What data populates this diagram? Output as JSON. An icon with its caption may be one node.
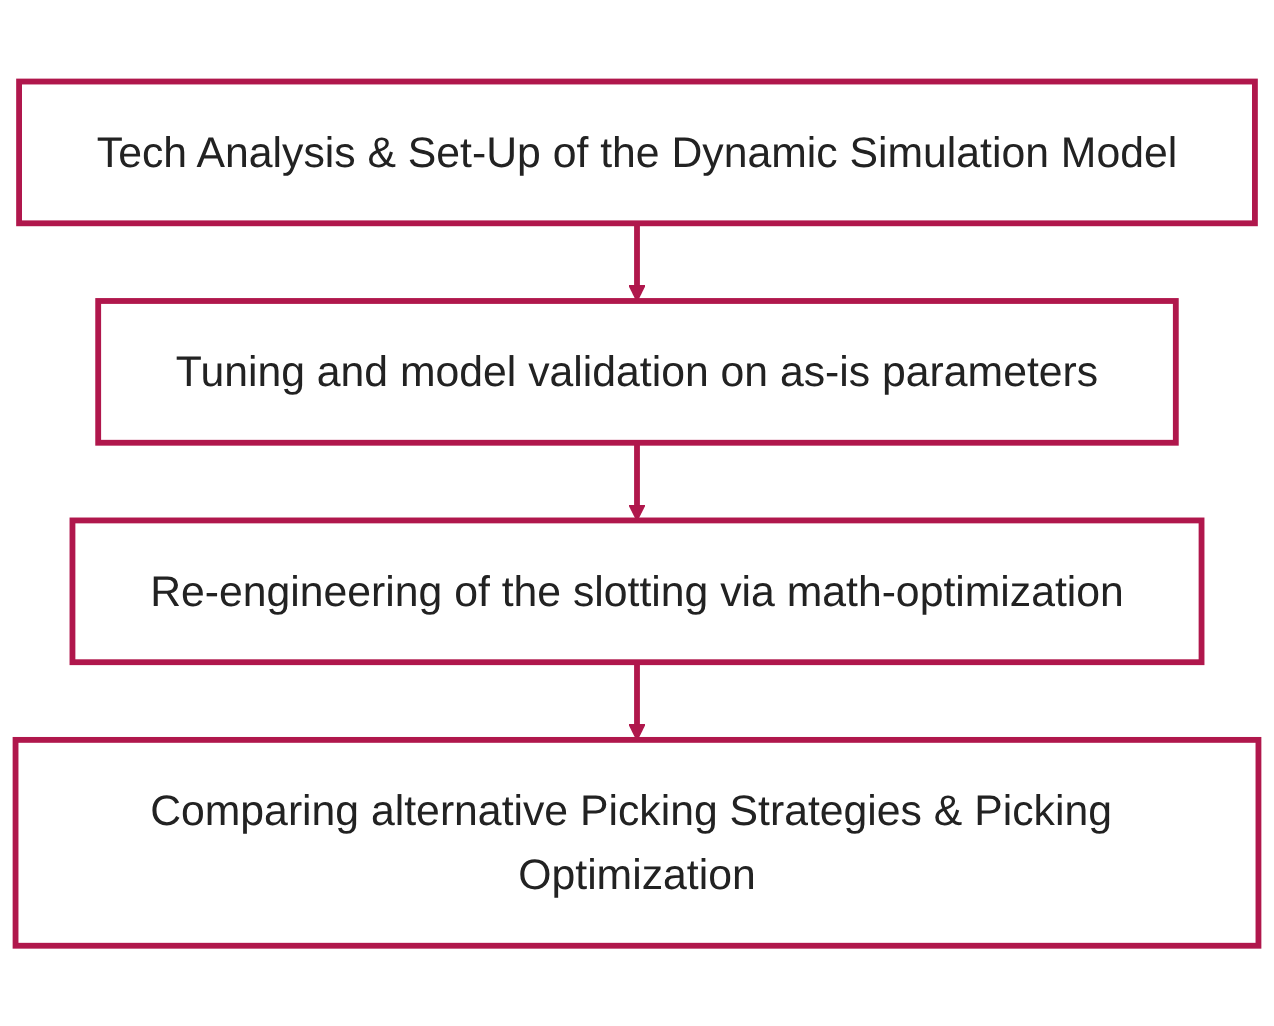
{
  "diagram": {
    "nodes": [
      {
        "text": [
          "Tech Analysis & Set-Up of the Dynamic Simulation Model"
        ]
      },
      {
        "text": [
          "Tuning and model validation on as-is parameters"
        ]
      },
      {
        "text": [
          "Re-engineering of the slotting via math-optimization"
        ]
      },
      {
        "text": [
          "Comparing alternative Picking Strategies & Picking Optimization"
        ]
      }
    ],
    "edges": [
      {
        "from": 0,
        "to": 1,
        "arrow": "to"
      },
      {
        "from": 1,
        "to": 2,
        "arrow": "to"
      },
      {
        "from": 2,
        "to": 3,
        "arrow": "to"
      }
    ]
  }
}
